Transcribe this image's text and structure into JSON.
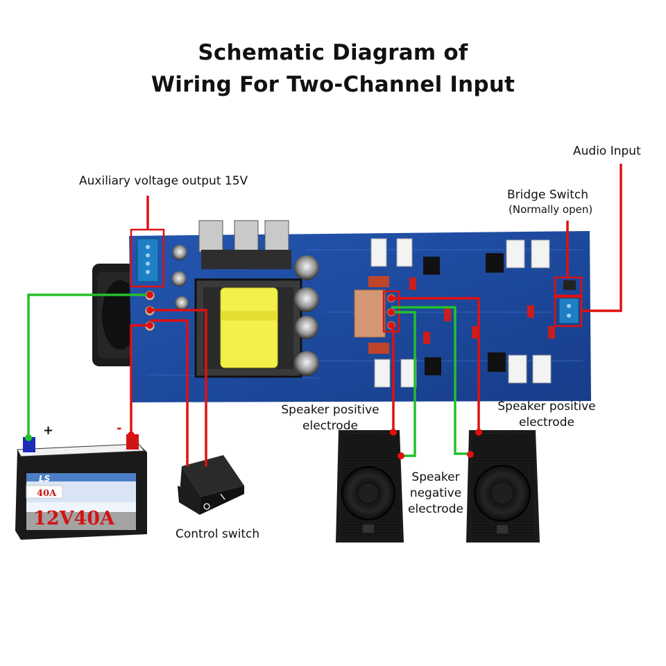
{
  "title": {
    "line1": "Schematic Diagram of",
    "line2": "Wiring For Two-Channel Input"
  },
  "labels": {
    "aux_output": "Auxiliary voltage output 15V",
    "audio_input": "Audio Input",
    "bridge_switch": "Bridge Switch",
    "bridge_switch_note": "(Normally open)",
    "speaker_positive_left_line1": "Speaker positive",
    "speaker_positive_left_line2": "electrode",
    "speaker_positive_right_line1": "Speaker positive",
    "speaker_positive_right_line2": "electrode",
    "speaker_negative_line1": "Speaker",
    "speaker_negative_line2": "negative",
    "speaker_negative_line3": "electrode",
    "control_switch": "Control switch"
  },
  "battery": {
    "plus": "+",
    "minus": "-",
    "capacity": "40A",
    "rating": "12V40A",
    "brand": "LS"
  },
  "colors": {
    "positive_wire": "#e01010",
    "negative_wire": "#22c02a",
    "board": "#1e4aa0",
    "highlight_box": "#e01010"
  }
}
